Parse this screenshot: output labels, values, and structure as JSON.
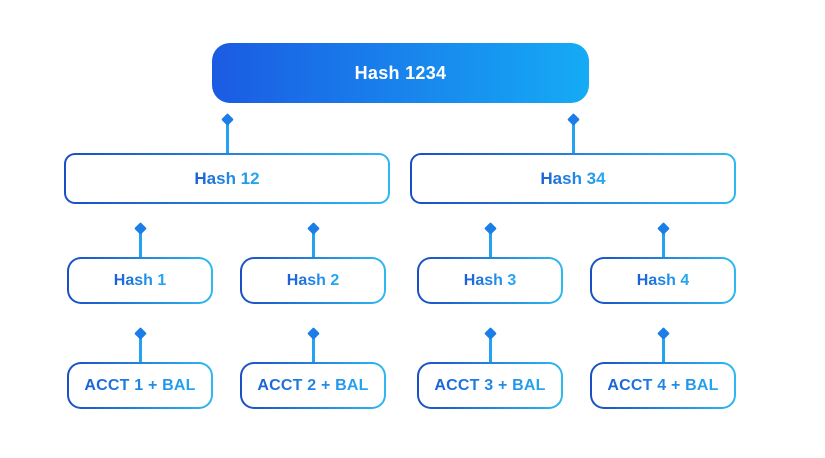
{
  "diagram": {
    "type": "merkle-tree",
    "background": "#ffffff",
    "colors": {
      "root_gradient_start": "#1b5be3",
      "root_gradient_end": "#15abf5",
      "root_text": "#ffffff",
      "border_gradient_start": "#1a4fc4",
      "border_gradient_end": "#2eb8f2",
      "text_gradient_start": "#1b5fd6",
      "text_gradient_end": "#24aaf2",
      "connector_line": "#24a4f0",
      "diamond": "#1a7de8"
    },
    "tree": {
      "root": {
        "label": "Hash 1234"
      },
      "level2": [
        {
          "label": "Hash 12"
        },
        {
          "label": "Hash 34"
        }
      ],
      "level3": [
        {
          "label": "Hash 1"
        },
        {
          "label": "Hash 2"
        },
        {
          "label": "Hash 3"
        },
        {
          "label": "Hash 4"
        }
      ],
      "level4": [
        {
          "label": "ACCT 1 + BAL"
        },
        {
          "label": "ACCT 2 + BAL"
        },
        {
          "label": "ACCT 3 + BAL"
        },
        {
          "label": "ACCT 4 + BAL"
        }
      ]
    }
  }
}
